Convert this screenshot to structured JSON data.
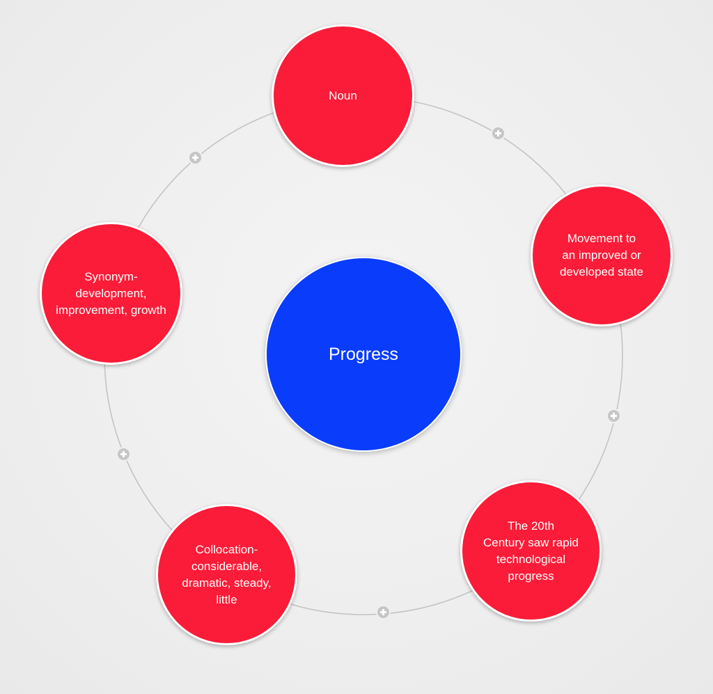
{
  "diagram": {
    "center": {
      "label": "Progress"
    },
    "nodes": [
      {
        "id": "noun",
        "label": "Noun"
      },
      {
        "id": "meaning",
        "label": "Movement to\nan improved or\ndeveloped state"
      },
      {
        "id": "example",
        "label": "The 20th\nCentury saw rapid\ntechnological\nprogress"
      },
      {
        "id": "collocation",
        "label": "Collocation-\nconsiderable,\ndramatic, steady,\nlittle"
      },
      {
        "id": "synonym",
        "label": "Synonym-\ndevelopment,\nimprovement, growth"
      }
    ],
    "add_buttons": [
      "add-between-noun-meaning",
      "add-between-meaning-example",
      "add-between-example-collocation",
      "add-between-collocation-synonym",
      "add-between-synonym-noun"
    ]
  },
  "colors": {
    "center_fill": "#0a3cfc",
    "node_fill": "#fa1c38",
    "ring_line": "#c4c4c4",
    "background": "#efefef"
  }
}
